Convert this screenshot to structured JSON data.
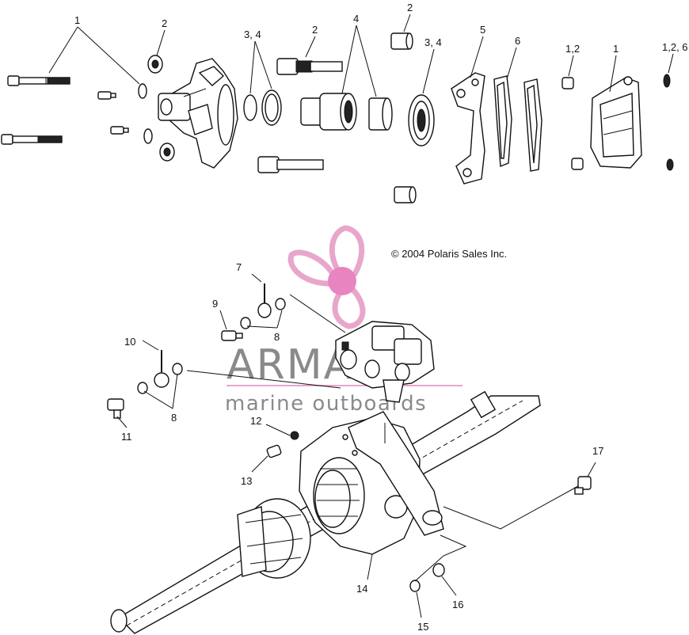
{
  "copyright": "© 2004 Polaris Sales Inc.",
  "watermark": {
    "brand": "ARMADA",
    "tagline": "marine outboards",
    "logo_color": "#e8a6cb",
    "logo_center_color": "#e884c0"
  },
  "callouts": {
    "c1a": "1",
    "c2a": "2",
    "c34a": "3, 4",
    "c2b": "2",
    "c4": "4",
    "c2c": "2",
    "c34b": "3, 4",
    "c5": "5",
    "c6": "6",
    "c12": "1,2",
    "c1b": "1",
    "c126": "1,2, 6",
    "c7": "7",
    "c9": "9",
    "c8a": "8",
    "c10": "10",
    "c8b": "8",
    "c11": "11",
    "c12n": "12",
    "c13": "13",
    "c14": "14",
    "c15": "15",
    "c16": "16",
    "c17": "17"
  }
}
